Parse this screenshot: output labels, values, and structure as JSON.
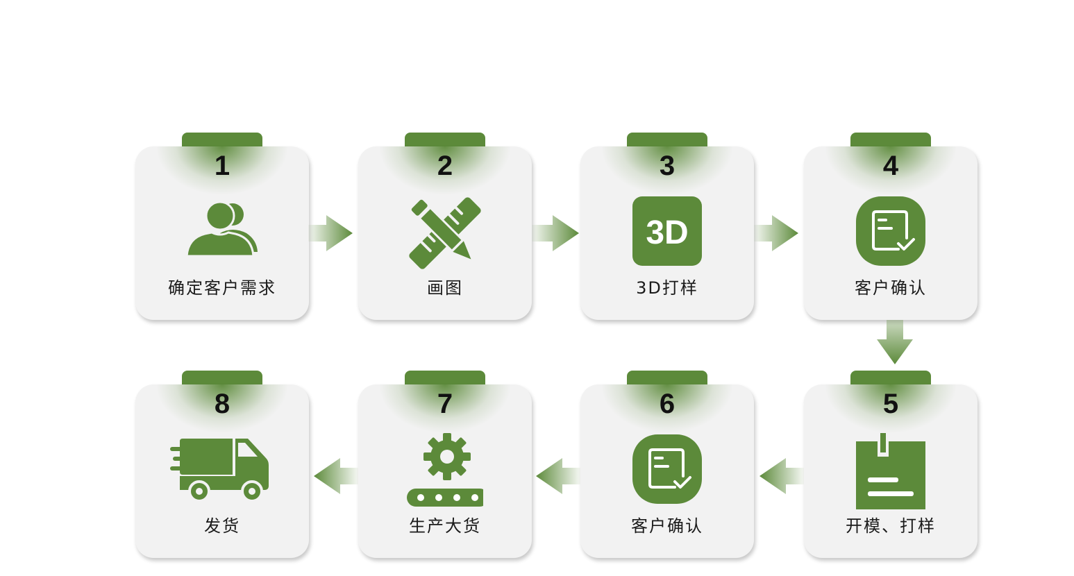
{
  "accent_color": "#5c8a3a",
  "steps": [
    {
      "number": "1",
      "label": "确定客户需求",
      "icon": "users-icon"
    },
    {
      "number": "2",
      "label": "画图",
      "icon": "pencil-ruler-icon"
    },
    {
      "number": "3",
      "label": "3D打样",
      "icon": "3d-icon"
    },
    {
      "number": "4",
      "label": "客户确认",
      "icon": "document-check-icon"
    },
    {
      "number": "5",
      "label": "开模、打样",
      "icon": "mold-icon"
    },
    {
      "number": "6",
      "label": "客户确认",
      "icon": "document-check-icon"
    },
    {
      "number": "7",
      "label": "生产大货",
      "icon": "conveyor-gear-icon"
    },
    {
      "number": "8",
      "label": "发货",
      "icon": "delivery-truck-icon"
    }
  ],
  "icons": {
    "3d_text": "3D"
  }
}
